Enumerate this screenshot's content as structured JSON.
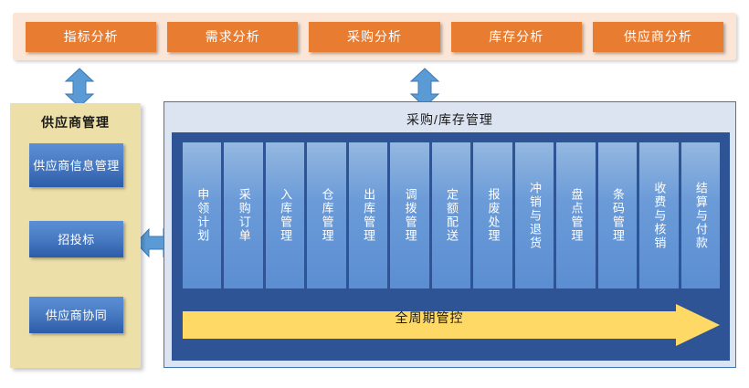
{
  "analysis_bar": {
    "items": [
      {
        "label": "指标分析"
      },
      {
        "label": "需求分析"
      },
      {
        "label": "采购分析"
      },
      {
        "label": "库存分析"
      },
      {
        "label": "供应商分析"
      }
    ],
    "background_color": "#fae5d6",
    "button_color": "#e87d31",
    "text_color": "#ffffff"
  },
  "supplier_panel": {
    "title": "供应商管理",
    "background_color": "#ecdfa8",
    "items": [
      {
        "label": "供应商信息管理"
      },
      {
        "label": "招投标"
      },
      {
        "label": "供应商协同"
      }
    ]
  },
  "main_panel": {
    "title": "采购/库存管理",
    "background_color": "#dce4f2",
    "border_color": "#3c78b4",
    "inner_color": "#2e5496",
    "modules": [
      {
        "label": "申领计划"
      },
      {
        "label": "采购订单"
      },
      {
        "label": "入库管理"
      },
      {
        "label": "仓库管理"
      },
      {
        "label": "出库管理"
      },
      {
        "label": "调拨管理"
      },
      {
        "label": "定额配送"
      },
      {
        "label": "报废处理"
      },
      {
        "label": "冲销与退货"
      },
      {
        "label": "盘点管理"
      },
      {
        "label": "条码管理"
      },
      {
        "label": "收费与核销"
      },
      {
        "label": "结算与付款"
      }
    ],
    "lifecycle": {
      "label": "全周期管控",
      "color": "#ffd966"
    }
  },
  "connectors": [
    {
      "name": "analysis-to-supplier",
      "direction": "vertical-double"
    },
    {
      "name": "analysis-to-main",
      "direction": "vertical-double"
    },
    {
      "name": "supplier-to-main",
      "direction": "horizontal-double"
    }
  ],
  "icons": {
    "arrow_fill": "#5b9bd5",
    "arrow_stroke": "#3c78b4"
  }
}
